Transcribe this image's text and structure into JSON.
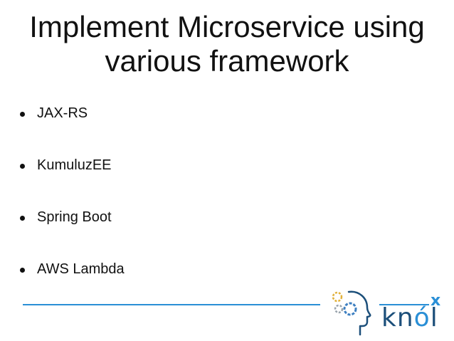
{
  "slide": {
    "title": "Implement Microservice using various framework",
    "bullets": [
      {
        "label": "JAX-RS"
      },
      {
        "label": "KumuluzEE"
      },
      {
        "label": "Spring Boot"
      },
      {
        "label": "AWS Lambda"
      }
    ]
  },
  "logo": {
    "name": "knólx",
    "text_main": "kn",
    "text_accent": "ó",
    "text_end": "l",
    "superscript": "x",
    "icon": "brain-gears-head-icon"
  },
  "colors": {
    "accent": "#2a8fd6",
    "brand_dark": "#1c4f7a",
    "gear_gold": "#e2b23c",
    "gear_blue": "#3d7fc1"
  }
}
